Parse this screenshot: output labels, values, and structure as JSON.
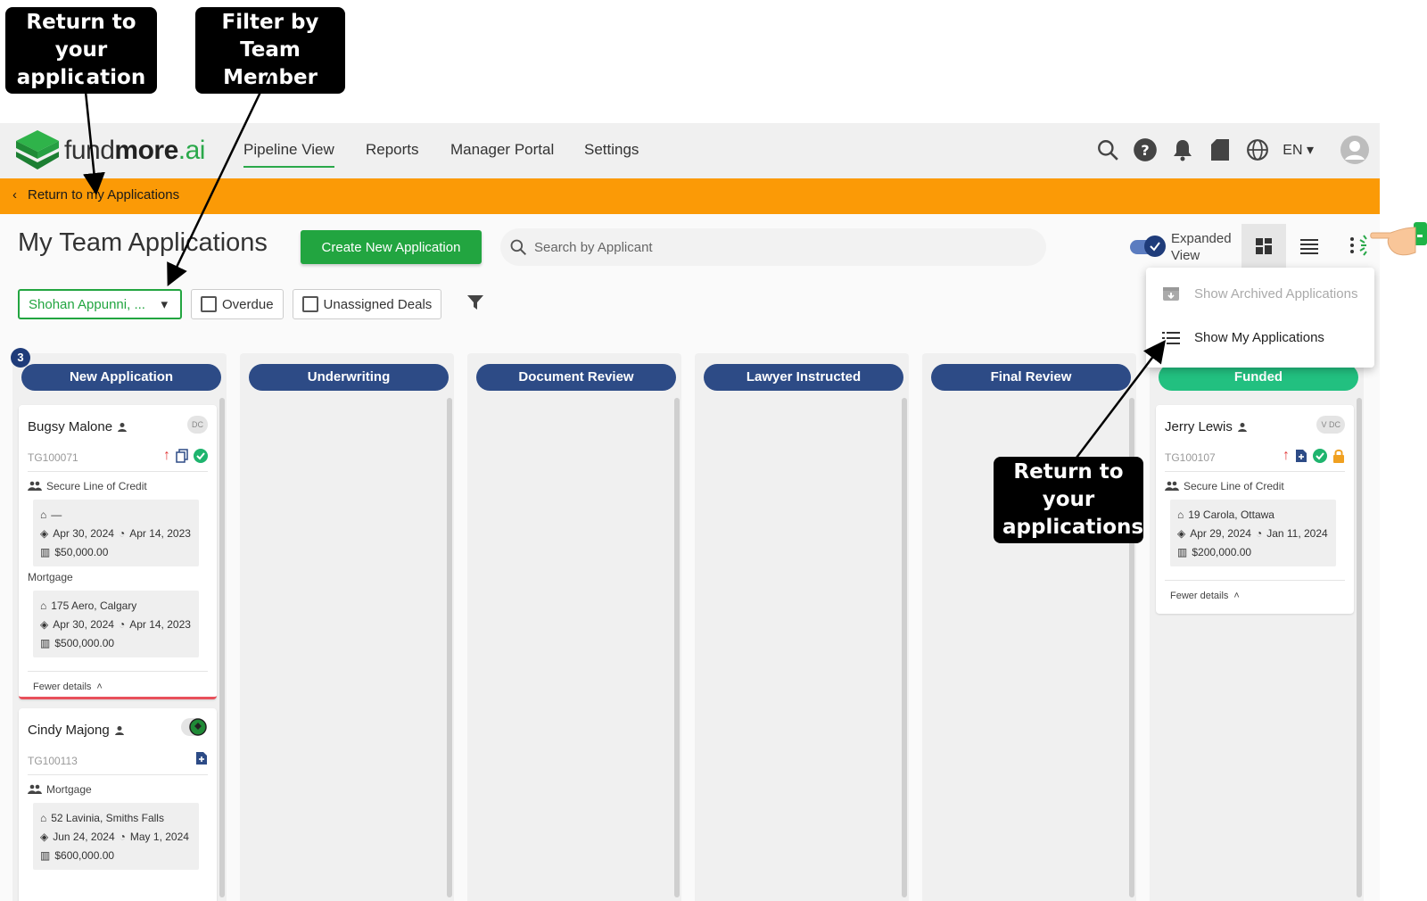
{
  "callouts": {
    "return_app": [
      "Return to your",
      "application"
    ],
    "filter_team": [
      "Filter by Team",
      "Member"
    ],
    "return_apps": [
      "Return to your",
      "applications"
    ]
  },
  "nav": {
    "logo": {
      "part1": "fund",
      "part2": "more",
      "part3": ".ai"
    },
    "items": [
      "Pipeline View",
      "Reports",
      "Manager Portal",
      "Settings"
    ],
    "active": "Pipeline View",
    "language": "EN",
    "icons": [
      "search-icon",
      "help-icon",
      "bell-icon",
      "document-icon",
      "globe-icon",
      "user-avatar-icon"
    ]
  },
  "banner": {
    "back_label": "Return to my Applications"
  },
  "toolbar": {
    "title": "My Team Applications",
    "create_label": "Create New Application",
    "search_placeholder": "Search by Applicant",
    "expanded_view": [
      "Expanded",
      "View"
    ],
    "expanded_on": true
  },
  "filters": {
    "team_member": "Shohan Appunni, ...",
    "overdue": "Overdue",
    "unassigned": "Unassigned Deals"
  },
  "menu": {
    "items": [
      {
        "label": "Show Archived Applications",
        "disabled": true
      },
      {
        "label": "Show My Applications",
        "disabled": false
      }
    ]
  },
  "columns": [
    {
      "name": "New Application",
      "count": "3"
    },
    {
      "name": "Underwriting"
    },
    {
      "name": "Document Review"
    },
    {
      "name": "Lawyer Instructed"
    },
    {
      "name": "Final Review"
    },
    {
      "name": "Funded"
    }
  ],
  "cards": {
    "bugsy": {
      "name": "Bugsy Malone",
      "initials": "DC",
      "id": "TG100071",
      "products": [
        {
          "type": "Secure Line of Credit",
          "address": "—",
          "date1": "Apr 30, 2024",
          "date2": "Apr 14, 2023",
          "amount": "$50,000.00"
        },
        {
          "type": "Mortgage",
          "address": "175 Aero, Calgary",
          "date1": "Apr 30, 2024",
          "date2": "Apr 14, 2023",
          "amount": "$500,000.00"
        }
      ],
      "fewer": "Fewer details"
    },
    "cindy": {
      "name": "Cindy Majong",
      "id": "TG100113",
      "products": [
        {
          "type": "Mortgage",
          "address": "52 Lavinia, Smiths Falls",
          "date1": "Jun 24, 2024",
          "date2": "May 1, 2024",
          "amount": "$600,000.00"
        }
      ]
    },
    "jerry": {
      "name": "Jerry Lewis",
      "initials": "DC",
      "initials2": "V",
      "id": "TG100107",
      "products": [
        {
          "type": "Secure Line of Credit",
          "address": "19 Carola, Ottawa",
          "date1": "Apr 29, 2024",
          "date2": "Jan 11, 2024",
          "amount": "$200,000.00"
        }
      ],
      "fewer": "Fewer details"
    }
  },
  "colors": {
    "brand_green": "#22a540",
    "banner_orange": "#fb9a06",
    "pill_blue": "#2d4b86",
    "funded_green": "#22c080"
  }
}
